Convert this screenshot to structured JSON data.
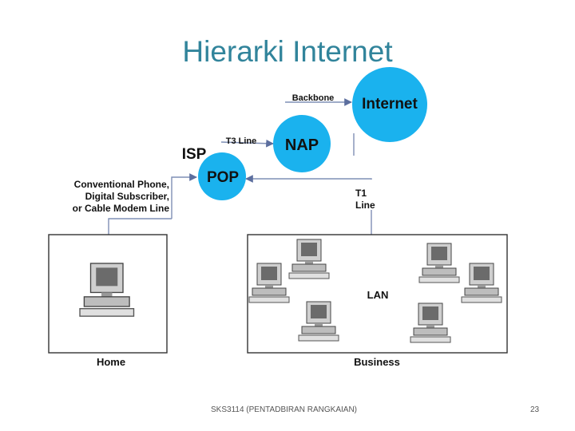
{
  "slide": {
    "title": "Hierarki Internet",
    "footer_course": "SKS3114 (PENTADBIRAN RANGKAIAN)",
    "page_number": "23"
  },
  "diagram": {
    "nodes": {
      "internet": "Internet",
      "nap": "NAP",
      "pop": "POP",
      "isp": "ISP",
      "lan": "LAN"
    },
    "links": {
      "backbone": "Backbone",
      "t3": "T3 Line",
      "t1_line1": "T1",
      "t1_line2": "Line",
      "conventional_line1": "Conventional Phone,",
      "conventional_line2": "Digital Subscriber,",
      "conventional_line3": "or Cable Modem Line"
    },
    "areas": {
      "home": "Home",
      "business": "Business"
    },
    "colors": {
      "node_fill": "#1ab2ee",
      "line": "#7f8fb5",
      "arrow": "#5c6e9e"
    }
  }
}
